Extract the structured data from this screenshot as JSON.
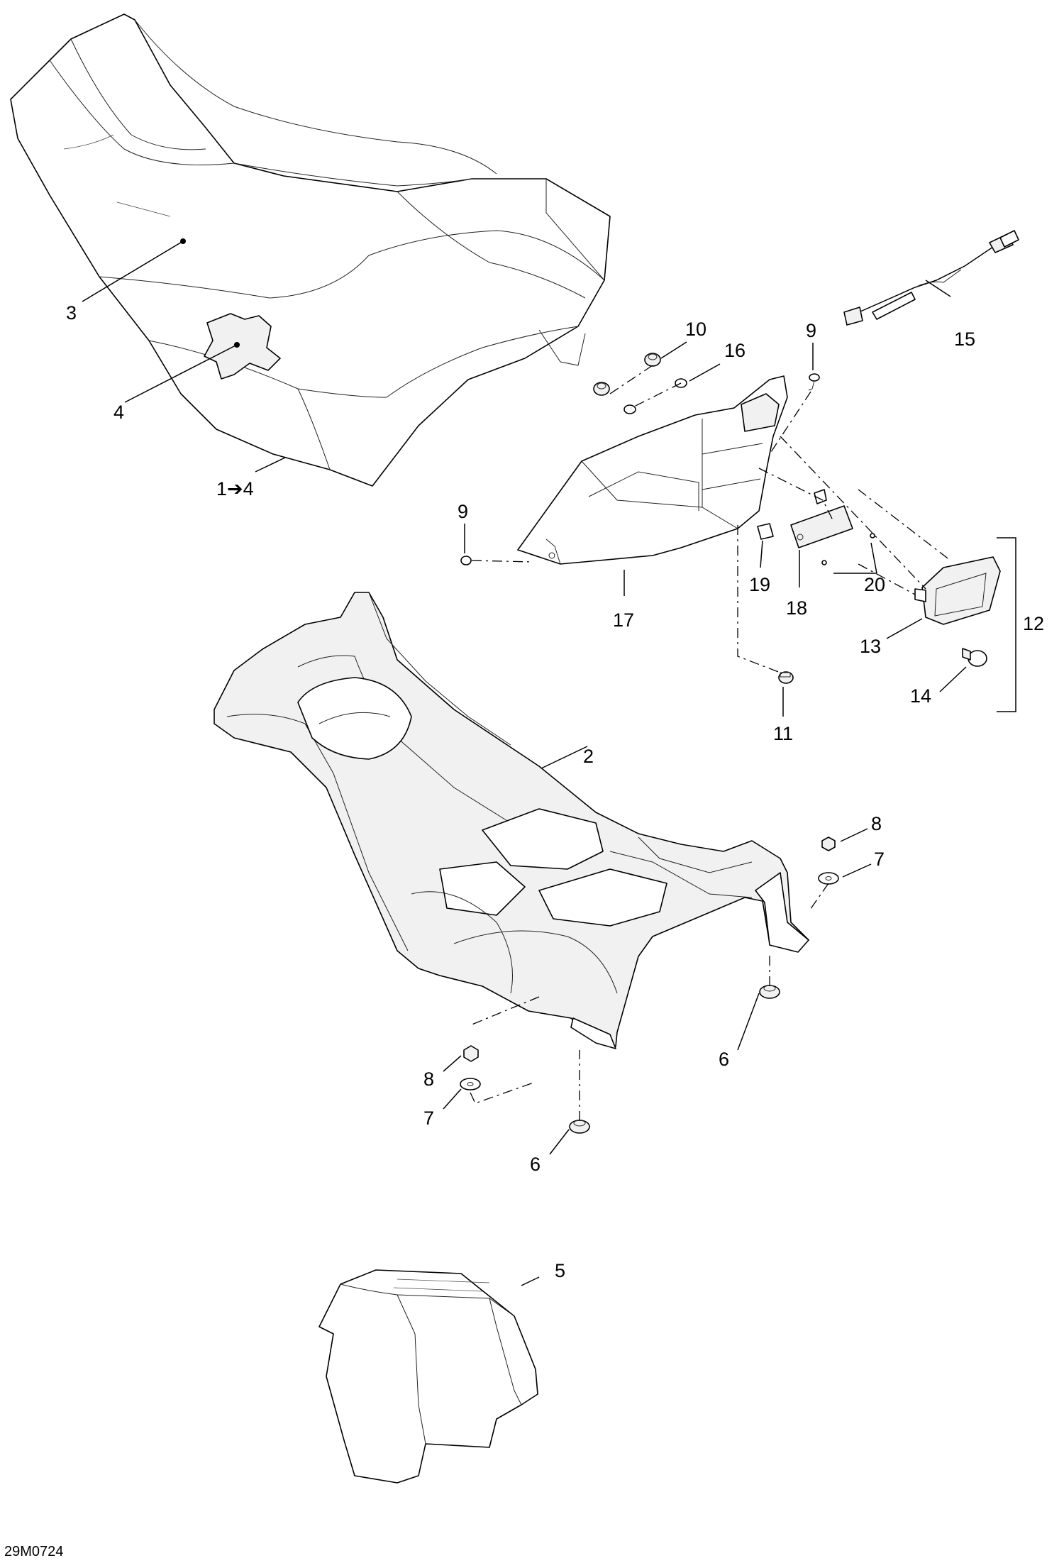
{
  "callouts": {
    "c1_4": "1➔4",
    "c2": "2",
    "c3": "3",
    "c4": "4",
    "c5": "5",
    "c6a": "6",
    "c6b": "6",
    "c7a": "7",
    "c7b": "7",
    "c8a": "8",
    "c8b": "8",
    "c9a": "9",
    "c9b": "9",
    "c10": "10",
    "c11": "11",
    "c12": "12",
    "c13": "13",
    "c14": "14",
    "c15": "15",
    "c16": "16",
    "c17": "17",
    "c18": "18",
    "c19": "19",
    "c20": "20"
  },
  "drawing_code": "29M0724"
}
